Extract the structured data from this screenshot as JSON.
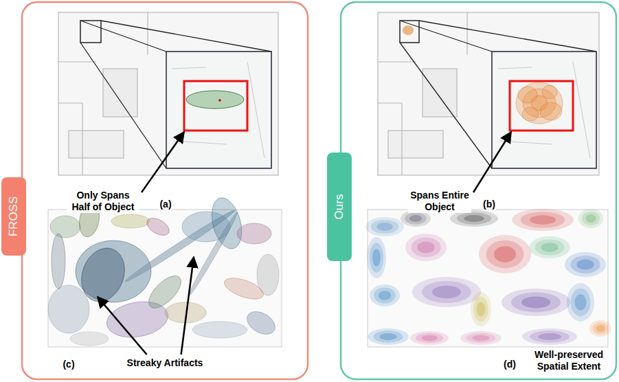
{
  "diagram": {
    "nodes": [
      {
        "text": [
          "FROSS"
        ]
      },
      {
        "text": [
          "Ours"
        ]
      }
    ],
    "labels": [
      "Only Spans Half of Object",
      "(a)",
      "Streaky Artifacts",
      "(c)",
      "Spans Entire Object",
      "(b)",
      "Well-preserved Spatial Extent",
      "(d)"
    ]
  }
}
